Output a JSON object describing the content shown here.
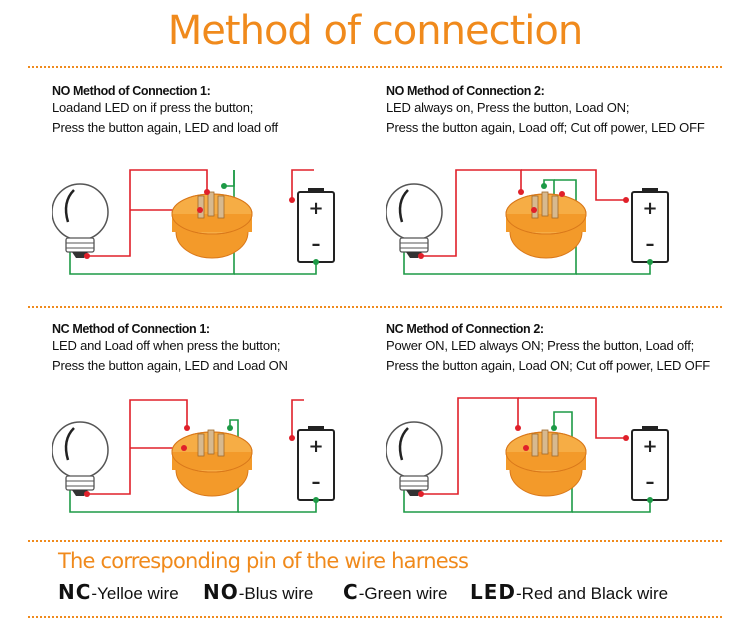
{
  "title": "Method of connection",
  "panels": [
    {
      "heading": "NO Method of Connection 1:",
      "line1": "Loadand LED on if press the button;",
      "line2": "Press the button again, LED and load off"
    },
    {
      "heading": "NO Method of Connection 2:",
      "line1": "LED always on, Press the button, Load ON;",
      "line2": "Press the button again, Load off;  Cut off power, LED OFF"
    },
    {
      "heading": "NC Method of Connection 1:",
      "line1": "LED and Load off when press the button;",
      "line2": "Press the button again, LED and Load ON"
    },
    {
      "heading": "NC Method of Connection 2:",
      "line1": "Power ON, LED always ON;  Press the button, Load off;",
      "line2": "Press the button again, Load ON; Cut off power, LED OFF"
    }
  ],
  "battery": {
    "plus": "+",
    "minus": "–"
  },
  "harness": {
    "heading": "The corresponding pin of the wire harness",
    "items": [
      {
        "code": "NC",
        "desc": "-Yelloe wire"
      },
      {
        "code": "NO",
        "desc": "-Blus wire"
      },
      {
        "code": "C",
        "desc": "-Green wire"
      },
      {
        "code": "LED",
        "desc": "-Red and Black wire"
      }
    ]
  },
  "colors": {
    "accent": "#f08a1c",
    "red_wire": "#e0202a",
    "green_wire": "#1d9a46",
    "switch_body": "#f39a2a",
    "terminal": "#c8702a"
  }
}
